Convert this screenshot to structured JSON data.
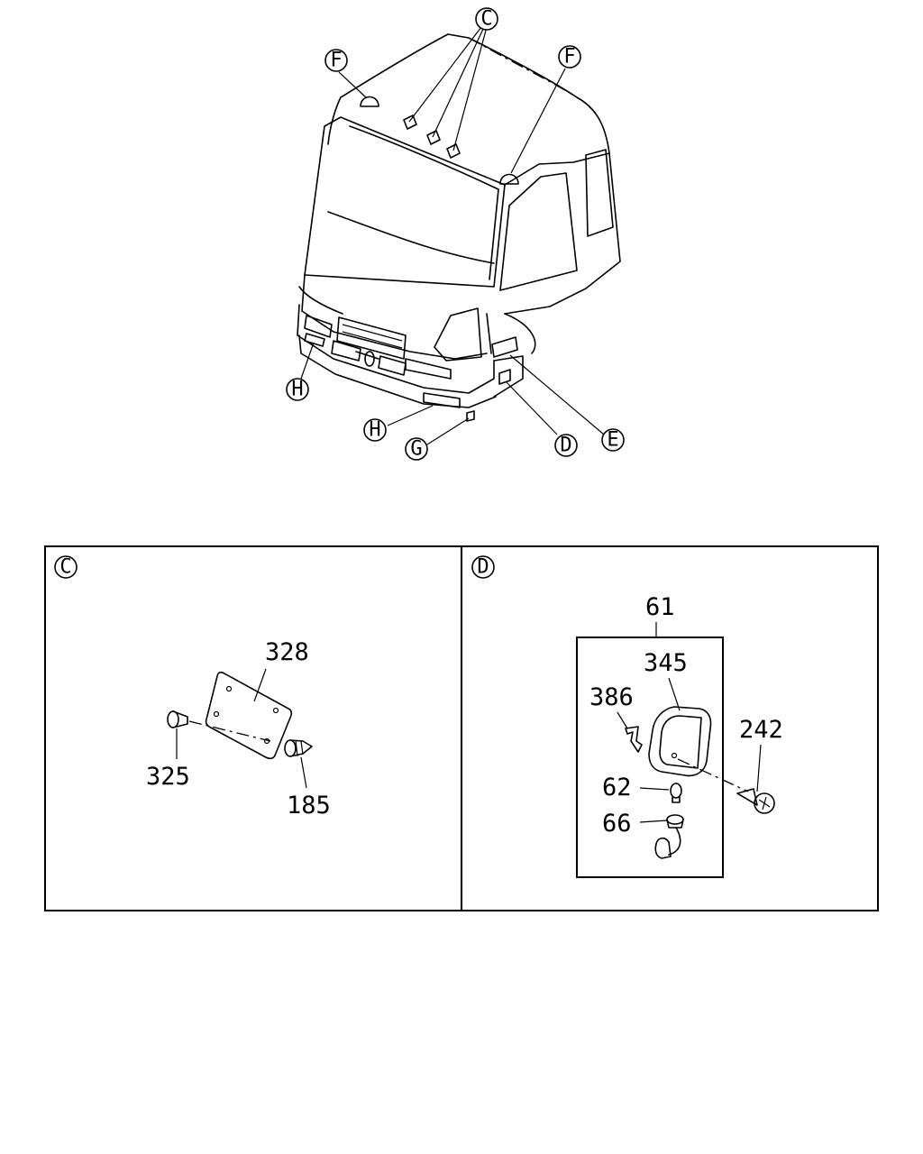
{
  "cab_callouts": {
    "c": "C",
    "d": "D",
    "e": "E",
    "f_left": "F",
    "f_right": "F",
    "g": "G",
    "h_left": "H",
    "h_bottom": "H"
  },
  "panel_c": {
    "tag": "C",
    "parts": {
      "plate": "328",
      "screw": "325",
      "clip": "185"
    }
  },
  "panel_d": {
    "tag": "D",
    "parts": {
      "assembly": "61",
      "lens": "345",
      "spring_clip": "386",
      "tapping_screw": "242",
      "bulb": "62",
      "socket": "66"
    }
  }
}
